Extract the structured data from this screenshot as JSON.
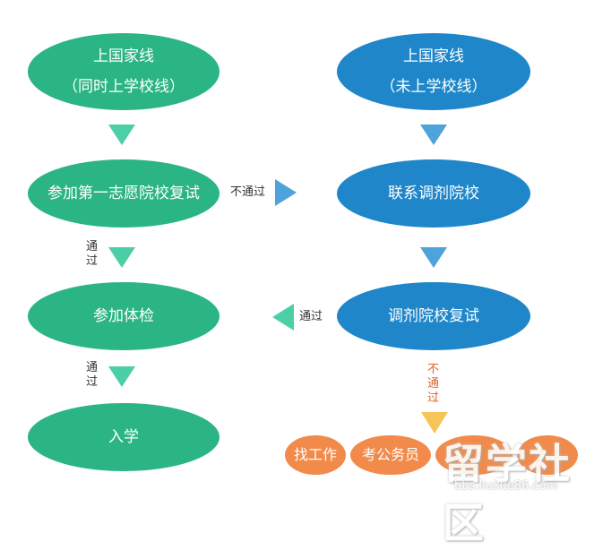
{
  "nodes": {
    "left_top": {
      "line1": "上国家线",
      "line2": "（同时上学校线）"
    },
    "left_retest": "参加第一志愿院校复试",
    "left_physical": "参加体检",
    "left_enroll": "入学",
    "right_top": {
      "line1": "上国家线",
      "line2": "（未上学校线）"
    },
    "right_contact": "联系调剂院校",
    "right_retest": "调剂院校复试"
  },
  "labels": {
    "pass_1": {
      "line1": "通",
      "line2": "过"
    },
    "pass_2": {
      "line1": "通",
      "line2": "过"
    },
    "fail_across": "不通过",
    "pass_back": "通过",
    "fail_down": {
      "line1": "不",
      "line2": "通",
      "line3": "过"
    }
  },
  "options": [
    "找工作",
    "考公务员",
    "…",
    "…"
  ],
  "watermark": {
    "text": "留学社区",
    "url": "bbs.liuxue86.com"
  },
  "colors": {
    "green": "#2bb584",
    "blue": "#1f87c9",
    "orange": "#f18a4a",
    "arrow_green": "#4ccfa6",
    "arrow_blue": "#4ea3da",
    "arrow_orange": "#f7c45a"
  }
}
